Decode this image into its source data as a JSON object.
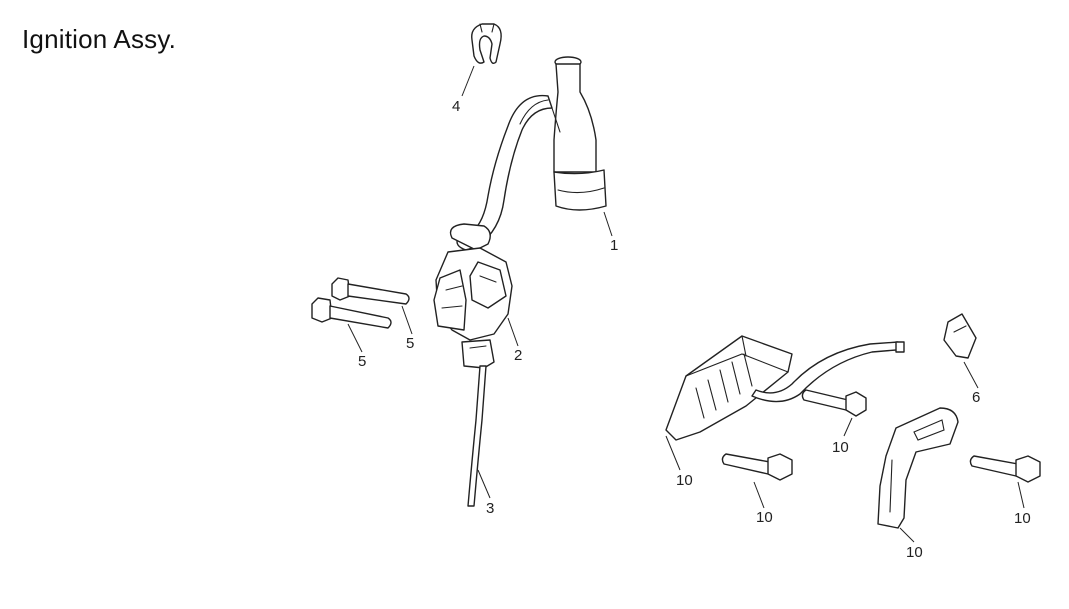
{
  "title": "Ignition Assy.",
  "parts": [
    {
      "id": "ignition-lead-boot",
      "callout": "1"
    },
    {
      "id": "ignition-coil",
      "callout": "2"
    },
    {
      "id": "ground-wire",
      "callout": "3"
    },
    {
      "id": "wire-clip",
      "callout": "4"
    },
    {
      "id": "coil-bolt-upper",
      "callout": "5"
    },
    {
      "id": "coil-bolt-lower",
      "callout": "5"
    },
    {
      "id": "nut-clip",
      "callout": "6"
    },
    {
      "id": "regulator",
      "callout": "10"
    },
    {
      "id": "bolt-a",
      "callout": "10"
    },
    {
      "id": "bolt-b",
      "callout": "10"
    },
    {
      "id": "bracket",
      "callout": "10"
    },
    {
      "id": "bolt-c",
      "callout": "10"
    }
  ]
}
